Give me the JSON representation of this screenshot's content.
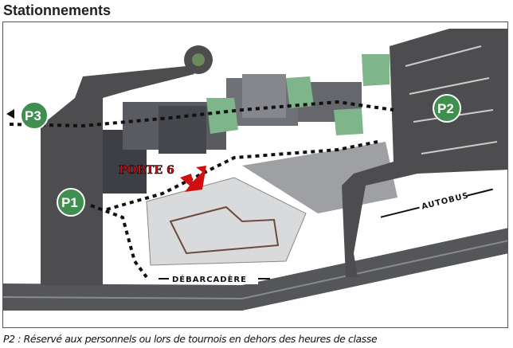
{
  "title": "Stationnements",
  "map": {
    "parkings": [
      {
        "label": "P1"
      },
      {
        "label": "P2"
      },
      {
        "label": "P3"
      }
    ],
    "door_label": "PORTE 6",
    "dropoff_label": "DÉBARCADÈRE",
    "bus_label": "AUTOBUS",
    "colors": {
      "parking_badge": "#3f8f4f",
      "door": "#d01010",
      "road": "#4d4d50"
    }
  },
  "caption": "P2 : Réservé aux personnels ou lors de tournois en dehors des heures de classe"
}
